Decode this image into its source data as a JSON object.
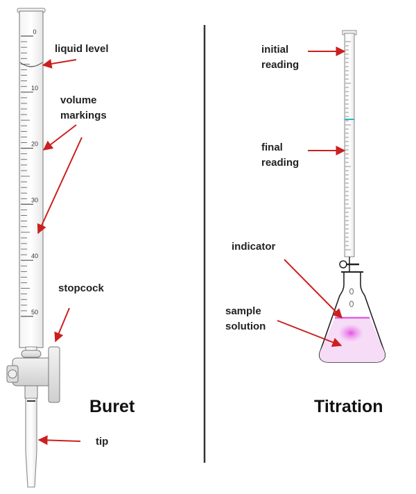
{
  "buret": {
    "title": "Buret",
    "labels": {
      "liquid_level": "liquid level",
      "volume_line1": "volume",
      "volume_line2": "markings",
      "stopcock": "stopcock",
      "tip": "tip"
    },
    "scale_numbers": [
      "0",
      "10",
      "20",
      "30",
      "40",
      "50"
    ]
  },
  "titration": {
    "title": "Titration",
    "labels": {
      "initial_line1": "initial",
      "initial_line2": "reading",
      "final_line1": "final",
      "final_line2": "reading",
      "indicator": "indicator",
      "sample_line1": "sample",
      "sample_line2": "solution"
    }
  },
  "colors": {
    "arrow": "#cc1f1f",
    "solution": "#e060e0",
    "final_mark": "#2ab7c8",
    "divider": "#333333"
  }
}
